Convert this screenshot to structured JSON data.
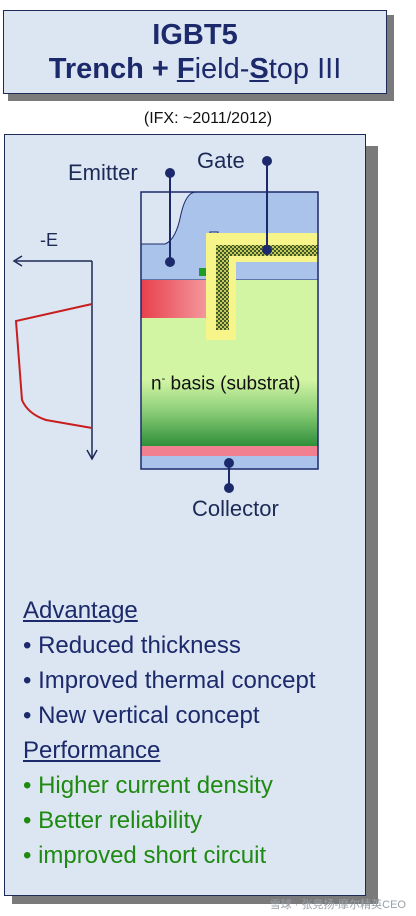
{
  "title": {
    "line1": "IGBT5",
    "line2_parts": [
      "Trench + ",
      "F",
      "ield-",
      "S",
      "top III"
    ]
  },
  "subtitle": "(IFX: ~2011/2012)",
  "diagram": {
    "labels": {
      "emitter": "Emitter",
      "gate": "Gate",
      "collector": "Collector",
      "field": "-E",
      "substrate": "basis (substrat)",
      "substrate_prefix": "n",
      "substrate_sup": "-"
    },
    "colors": {
      "metal": "#a9c3ea",
      "metal_edge": "#1c2a6b",
      "gate_oxide": "#f7f58a",
      "n_region": "#d2f5a4",
      "p_region": "#ee5e6a",
      "field_stop": "#2f8f3a",
      "collector_layer": "#f08090"
    }
  },
  "lists": {
    "advantage_header": "Advantage",
    "advantages": [
      "• Reduced thickness",
      "• Improved thermal concept",
      "• New vertical concept"
    ],
    "performance_header": "Performance",
    "performance": [
      "• Higher current density",
      "• Better reliability",
      "• improved short circuit"
    ]
  },
  "watermark": "雪球 · 张竞扬-摩尔精英CEO"
}
